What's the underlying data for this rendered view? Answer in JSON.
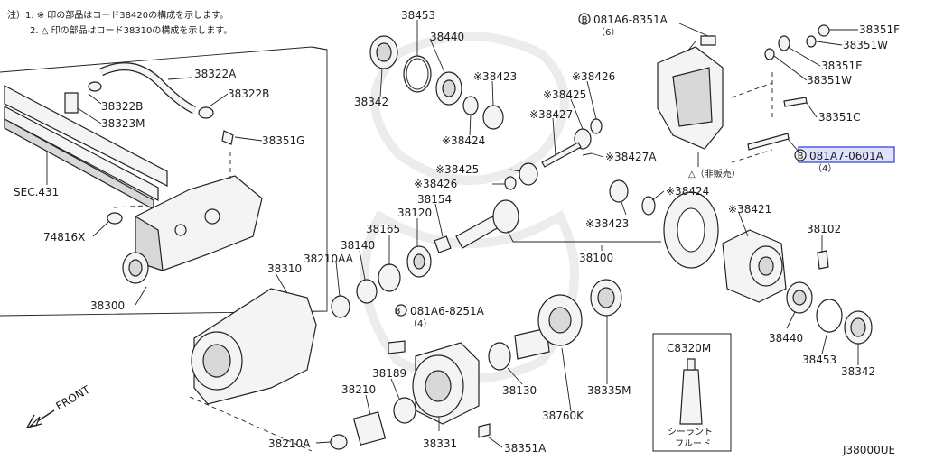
{
  "notes": [
    "注）1. ※ 印の部品はコード38420の構成を示します。",
    "2. △ 印の部品はコード38310の構成を示します。"
  ],
  "labels": {
    "p38322A": "38322A",
    "p38322B_1": "38322B",
    "p38322B_2": "38322B",
    "p38323M": "38323M",
    "p38351G": "38351G",
    "sec431": "SEC.431",
    "p74816X": "74816X",
    "p38300": "38300",
    "p38453_top": "38453",
    "p38440_top": "38440",
    "p38342_top": "38342",
    "p38423_top": "※38423",
    "p38424_top": "※38424",
    "p38426_top": "※38426",
    "p38425_top": "※38425",
    "p38427": "※38427",
    "p38427A": "※38427A",
    "p38425_mid": "※38425",
    "p38426_mid": "※38426",
    "p38154": "38154",
    "p38120": "38120",
    "p38165": "38165",
    "p38140": "38140",
    "p38210AA": "38210AA",
    "p38310": "38310",
    "p38100": "38100",
    "p38423_mid": "※38423",
    "p38424_mid": "※38424",
    "p38421": "※38421",
    "p38102": "38102",
    "p38440_r": "38440",
    "p38453_r": "38453",
    "p38342_r": "38342",
    "bolt_8351A": "081A6-8351A",
    "bolt_8351A_qty": "（6）",
    "bolt_8251A": "081A6-8251A",
    "bolt_8251A_qty": "（4）",
    "bolt_0601A": "081A7-0601A",
    "bolt_0601A_qty": "（4）",
    "bolt_marker": "B",
    "p38351F": "38351F",
    "p38351W_1": "38351W",
    "p38351E": "38351E",
    "p38351W_2": "38351W",
    "p38351C": "38351C",
    "not_sold": "△（非販売）",
    "p38189": "38189",
    "p38210": "38210",
    "p38210A": "38210A",
    "p38331": "38331",
    "p38351A": "38351A",
    "p38130": "38130",
    "p38760K": "38760K",
    "p38335M": "38335M",
    "p_C8320M": "C8320M",
    "sealant_1": "シーラント",
    "sealant_2": "フルード",
    "front": "FRONT",
    "diagram_code": "J38000UE"
  },
  "colors": {
    "highlight_fill": "#dfe3ff",
    "highlight_stroke": "#3b47d6",
    "line": "#222222"
  }
}
